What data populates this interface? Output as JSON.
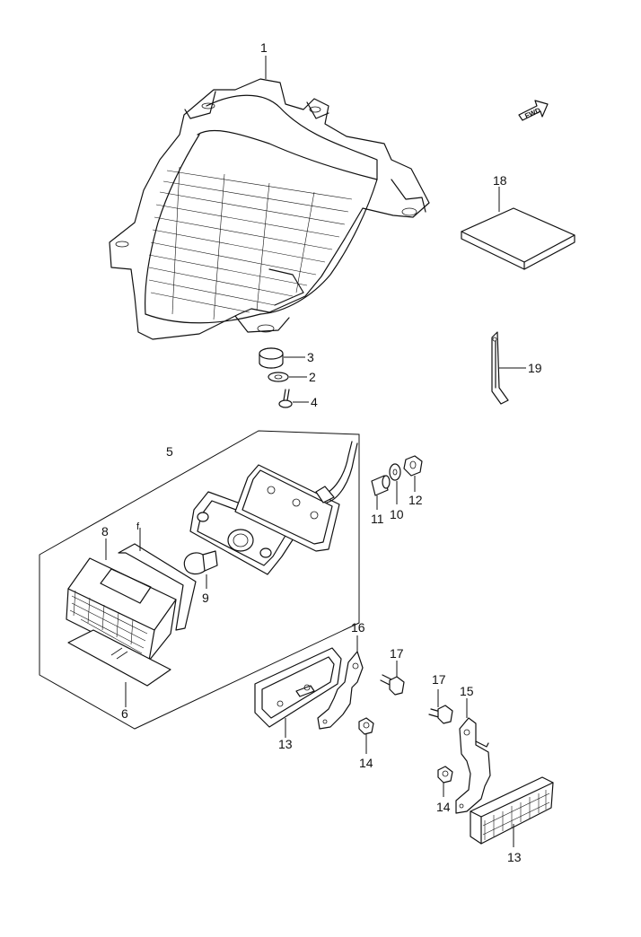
{
  "callouts": {
    "c1": "1",
    "c2": "2",
    "c3": "3",
    "c4": "4",
    "c5": "5",
    "c6": "6",
    "c8": "8",
    "c9": "9",
    "c10": "10",
    "c11": "11",
    "c12": "12",
    "c13a": "13",
    "c13b": "13",
    "c14a": "14",
    "c14b": "14",
    "c15": "15",
    "c16": "16",
    "c17a": "17",
    "c17b": "17",
    "c18": "18",
    "c19": "19"
  },
  "direction_arrow": {
    "label": "FWD"
  }
}
